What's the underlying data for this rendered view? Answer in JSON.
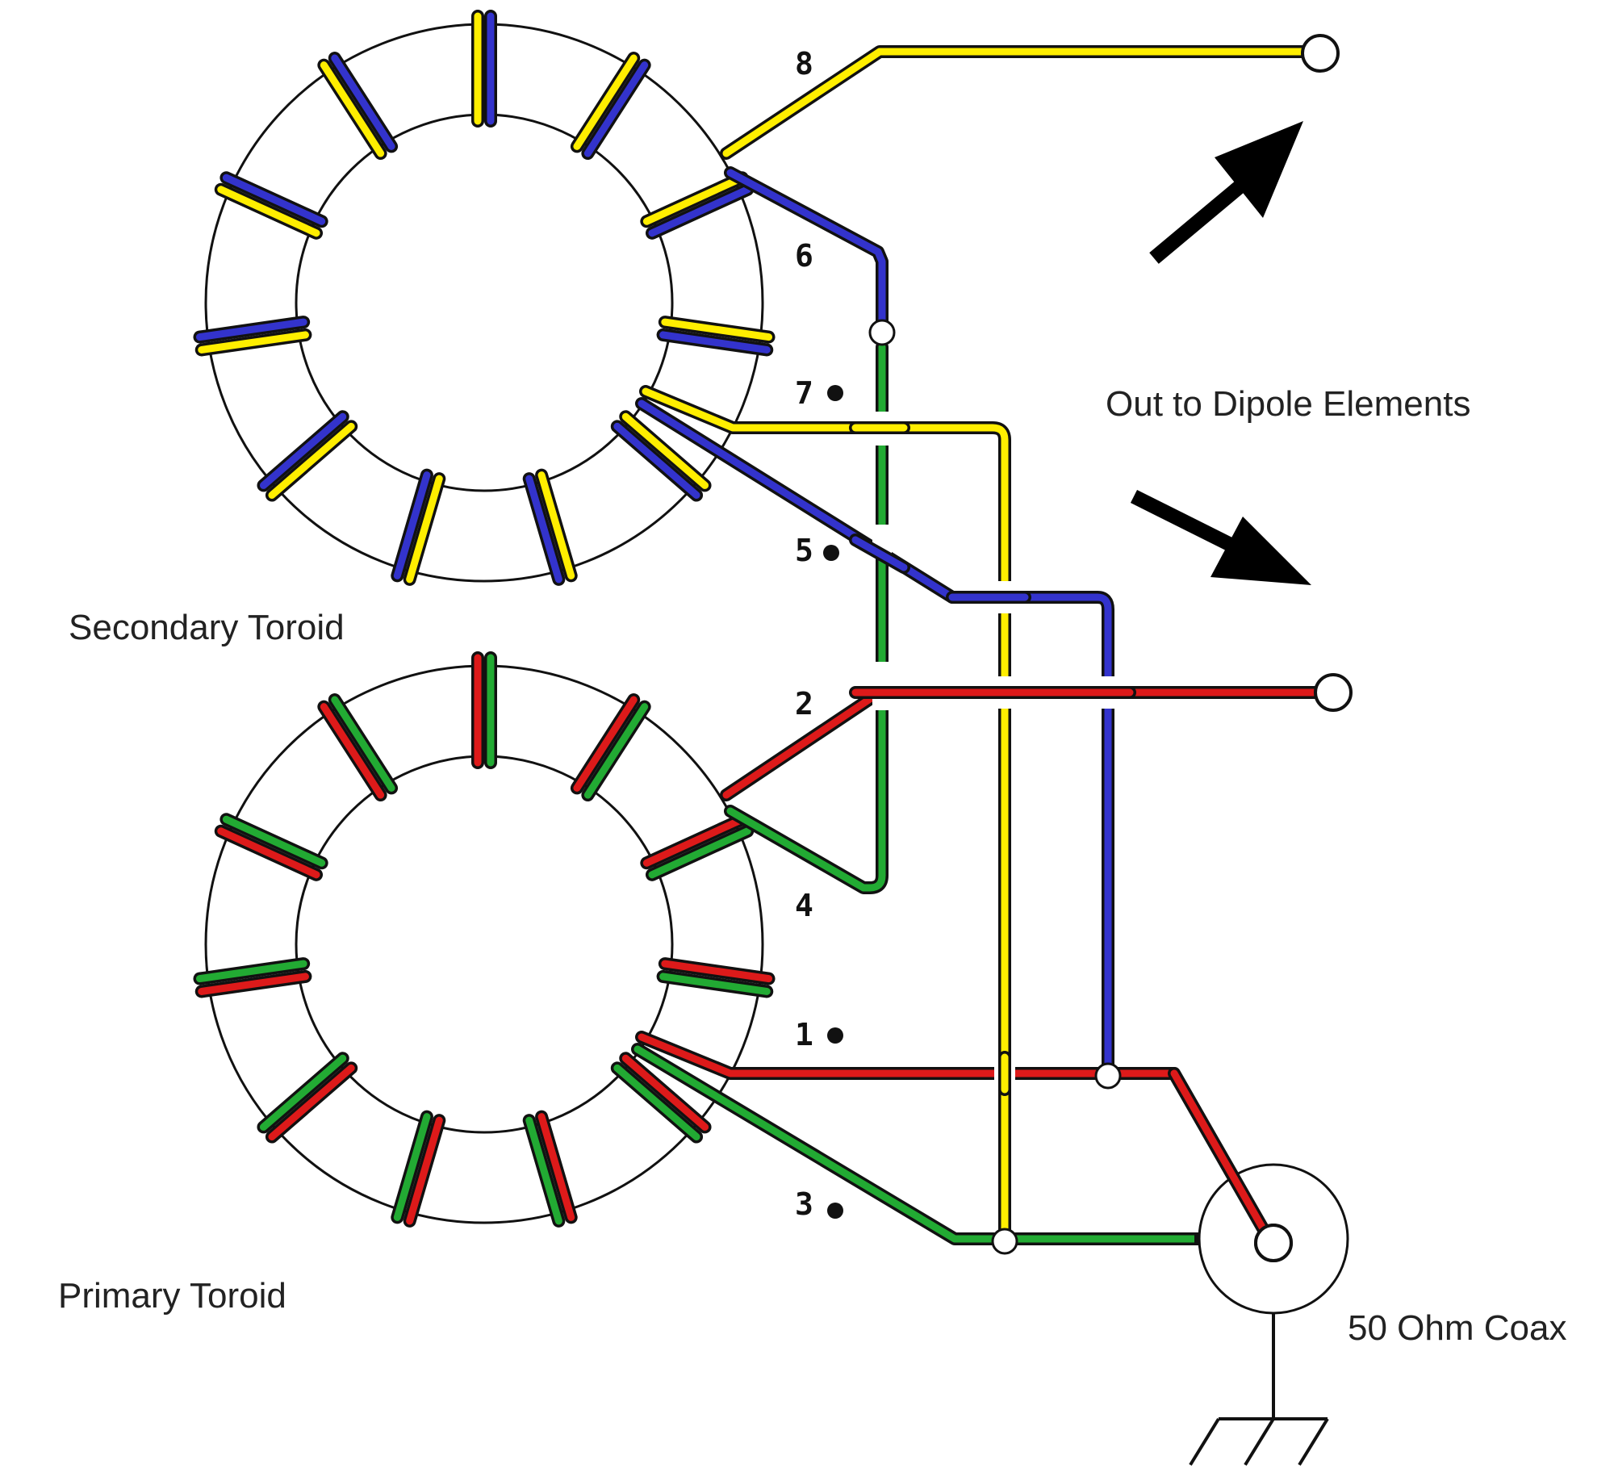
{
  "labels": {
    "secondary_toroid": "Secondary Toroid",
    "primary_toroid": "Primary Toroid",
    "out_to_dipole": "Out to Dipole Elements",
    "coax": "50 Ohm Coax"
  },
  "pins": {
    "p1": "1",
    "p2": "2",
    "p3": "3",
    "p4": "4",
    "p5": "5",
    "p6": "6",
    "p7": "7",
    "p8": "8"
  },
  "colors": {
    "yellow": "#ffee00",
    "blue": "#3333cc",
    "red": "#dd1a1a",
    "green": "#22aa33",
    "outline": "#111111"
  }
}
